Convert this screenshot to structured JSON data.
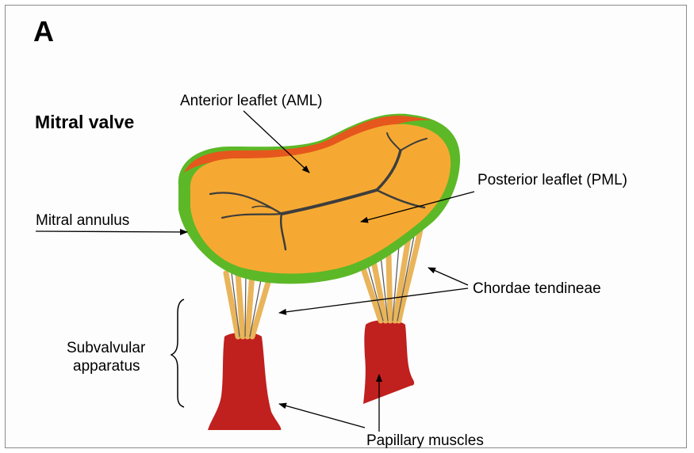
{
  "panel_letter": "A",
  "title": "Mitral valve",
  "labels": {
    "anterior_leaflet": "Anterior leaflet (AML)",
    "posterior_leaflet": "Posterior leaflet (PML)",
    "mitral_annulus": "Mitral annulus",
    "chordae_tendineae": "Chordae tendineae",
    "subvalvular_line1": "Subvalvular",
    "subvalvular_line2": "apparatus",
    "papillary_muscles": "Papillary muscles"
  },
  "colors": {
    "leaflet": "#F6A932",
    "annulus": "#5DB827",
    "anterior_rim": "#E5571C",
    "muscle": "#C0201E",
    "chordae": "#E9B45A",
    "seam": "#3d3d3d"
  }
}
